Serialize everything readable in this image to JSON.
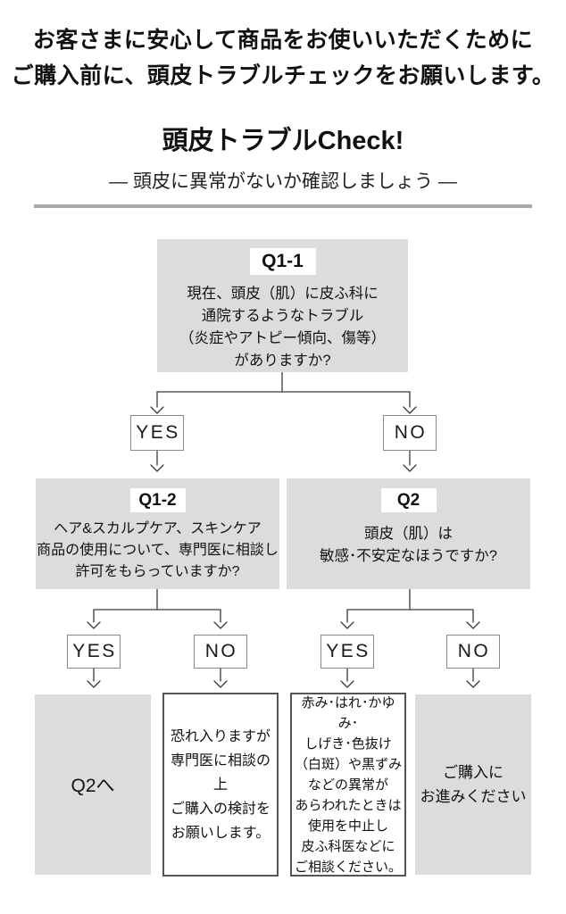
{
  "header": {
    "line1": "お客さまに安心して商品をお使いいただくために",
    "line2": "ご購入前に、頭皮トラブルチェックをお願いします。",
    "title": "頭皮トラブルCheck!",
    "subtitle": "― 頭皮に異常がないか確認しましょう ―"
  },
  "flow": {
    "q1_1": {
      "label": "Q1-1",
      "text": "現在、頭皮（肌）に皮ふ科に\n通院するようなトラブル\n（炎症やアトピー傾向、傷等）\nがありますか?"
    },
    "q1_2": {
      "label": "Q1-2",
      "text": "ヘア&スカルプケア、スキンケア\n商品の使用について、専門医に相談し\n許可をもらっていますか?"
    },
    "q2": {
      "label": "Q2",
      "text": "頭皮（肌）は\n敏感･不安定なほうですか?"
    },
    "answers": {
      "yes": "YES",
      "no": "NO"
    },
    "results": {
      "to_q2": "Q2へ",
      "consult": "恐れ入りますが\n専門医に相談の上\nご購入の検討を\nお願いします。",
      "stop_use": "赤み･はれ･かゆみ･\nしげき･色抜け\n（白斑）や黒ずみ\nなどの異常が\nあらわれたときは\n使用を中止し\n皮ふ科医などに\nご相談ください。",
      "proceed": "ご購入に\nお進みください"
    }
  },
  "colors": {
    "box_gray": "#dcdcdc",
    "line": "#3a3a3a",
    "divider": "#a8a8a8",
    "outline_dark": "#555555",
    "outline_light": "#8a8a8a"
  }
}
